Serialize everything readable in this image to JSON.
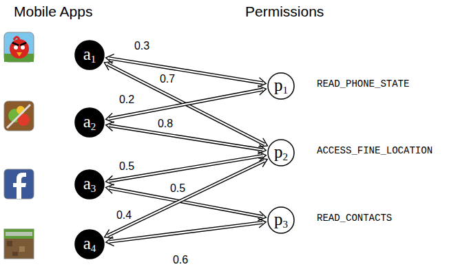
{
  "diagram": {
    "nodes": [
      {
        "text": [
          "a1"
        ]
      },
      {
        "text": [
          "a2"
        ]
      },
      {
        "text": [
          "a3"
        ]
      },
      {
        "text": [
          "a4"
        ]
      },
      {
        "text": [
          "p1",
          "READ_PHONE_STATE"
        ]
      },
      {
        "text": [
          "p2",
          "ACCESS_FINE_LOCATION"
        ]
      },
      {
        "text": [
          "p3",
          "READ_CONTACTS"
        ]
      }
    ],
    "edges": [
      {
        "from": 0,
        "to": 4,
        "label": "0.3",
        "arrow": "both"
      },
      {
        "from": 0,
        "to": 5,
        "label": "0.7",
        "arrow": "both"
      },
      {
        "from": 1,
        "to": 4,
        "label": "0.2",
        "arrow": "both"
      },
      {
        "from": 1,
        "to": 5,
        "label": "0.8",
        "arrow": "both"
      },
      {
        "from": 2,
        "to": 5,
        "label": "0.5",
        "arrow": "both"
      },
      {
        "from": 2,
        "to": 6,
        "label": "0.5",
        "arrow": "both"
      },
      {
        "from": 3,
        "to": 5,
        "label": "0.4",
        "arrow": "both"
      },
      {
        "from": 3,
        "to": 6,
        "label": "0.6",
        "arrow": "both"
      }
    ],
    "labels": [
      "Mobile Apps",
      "Permissions"
    ]
  }
}
